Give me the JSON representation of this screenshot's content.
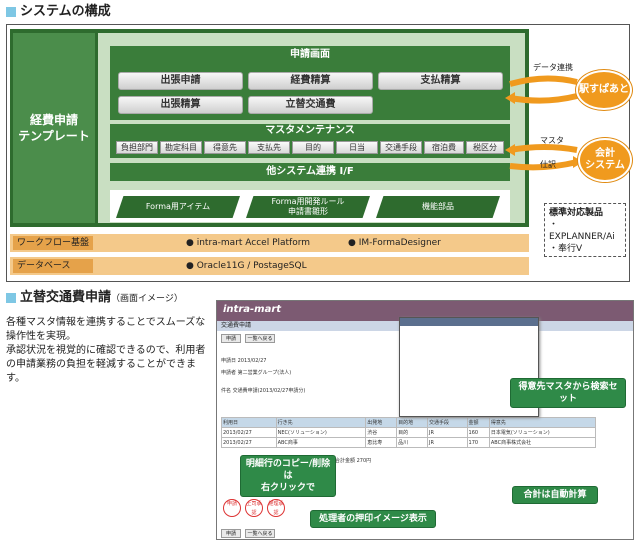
{
  "section1": {
    "title": "システムの構成"
  },
  "diagram": {
    "left_label_line1": "経費申請",
    "left_label_line2": "テンプレート",
    "screen_section": {
      "title": "申請画面",
      "buttons": [
        "出張申請",
        "経費精算",
        "支払精算",
        "出張精算",
        "立替交通費"
      ]
    },
    "master_section": {
      "title": "マスタメンテナンス",
      "items": [
        "負担部門",
        "勘定科目",
        "得意先",
        "支払先",
        "目的",
        "日当",
        "交通手段",
        "宿泊費",
        "税区分"
      ]
    },
    "interface_section": {
      "title": "他システム連携 I/F"
    },
    "tabs": [
      "Forma用アイテム",
      "Forma用開発ルール\n申請書雛形",
      "機能部品"
    ],
    "workflow": {
      "label": "ワークフロー基盤",
      "items": [
        "intra-mart Accel Platform",
        "IM-FormaDesigner"
      ]
    },
    "database": {
      "label": "データベース",
      "items": [
        "Oracle11G / PostageSQL"
      ]
    },
    "external": [
      {
        "name": "駅すぱあと",
        "link_label": "データ連携"
      },
      {
        "name": "会計\nシステム",
        "link_labels": [
          "マスタ",
          "仕訳"
        ]
      }
    ],
    "standard": {
      "title": "標準対応製品",
      "items": [
        "・EXPLANNER/Ai",
        "・奉行V"
      ]
    }
  },
  "section2": {
    "title": "立替交通費申請",
    "subtitle": "（画面イメージ）"
  },
  "description": [
    "各種マスタ情報を連携することでスムーズな操作性を実現。",
    "承認状況を視覚的に確認できるので、利用者の申請業務の負担を軽減することができます。"
  ],
  "screenshot": {
    "logo": "intra-mart",
    "breadcrumb": "交通費申請",
    "buttons": [
      "申請",
      "一覧へ戻る"
    ],
    "fields": [
      {
        "label": "申請日",
        "value": "2013/02/27"
      },
      {
        "label": "申請者",
        "value": "第二営業グループ(法人)"
      },
      {
        "label": "件名",
        "value": "交通費申請(2013/02/27申請分)"
      }
    ],
    "table_headers": [
      "利用日",
      "行き先",
      "出発地",
      "目的地",
      "交通手段",
      "金額",
      "得意先"
    ],
    "table_rows": [
      [
        "2013/02/27",
        "NEC(ソリューション)",
        "渋谷",
        "目的",
        "JR",
        "160",
        "日本電気(ソリューション)"
      ],
      [
        "2013/02/27",
        "ABC商事",
        "恵比寿",
        "品川",
        "JR",
        "170",
        "ABC商事株式会社"
      ]
    ],
    "total_label": "合計金額",
    "total_value": "270",
    "currency": "円"
  },
  "callouts": {
    "customer_search": "得意先マスタから検索セット",
    "copy_delete_line1": "明細行のコピー/削除は",
    "copy_delete_line2": "右クリックで",
    "auto_total": "合計は自動計算",
    "seal_display": "処理者の押印イメージ表示"
  },
  "seals": [
    "申請",
    "上司承認",
    "経理承認"
  ]
}
